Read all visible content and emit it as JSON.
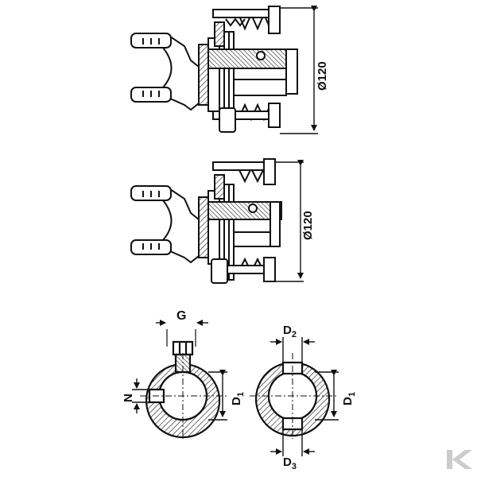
{
  "dimensions": {
    "top_diameter": "Ø120",
    "middle_diameter": "Ø120",
    "g": "G",
    "n": "N",
    "d1_left_base": "D",
    "d1_left_sub": "1",
    "d1_right_base": "D",
    "d1_right_sub": "1",
    "d2_base": "D",
    "d2_sub": "2",
    "d3_base": "D",
    "d3_sub": "3"
  },
  "colors": {
    "ink": "#111111",
    "hatch": "#222222",
    "paper": "#ffffff",
    "logo": "#cccccc"
  },
  "logo": {
    "icon": "k-brand-logo"
  }
}
